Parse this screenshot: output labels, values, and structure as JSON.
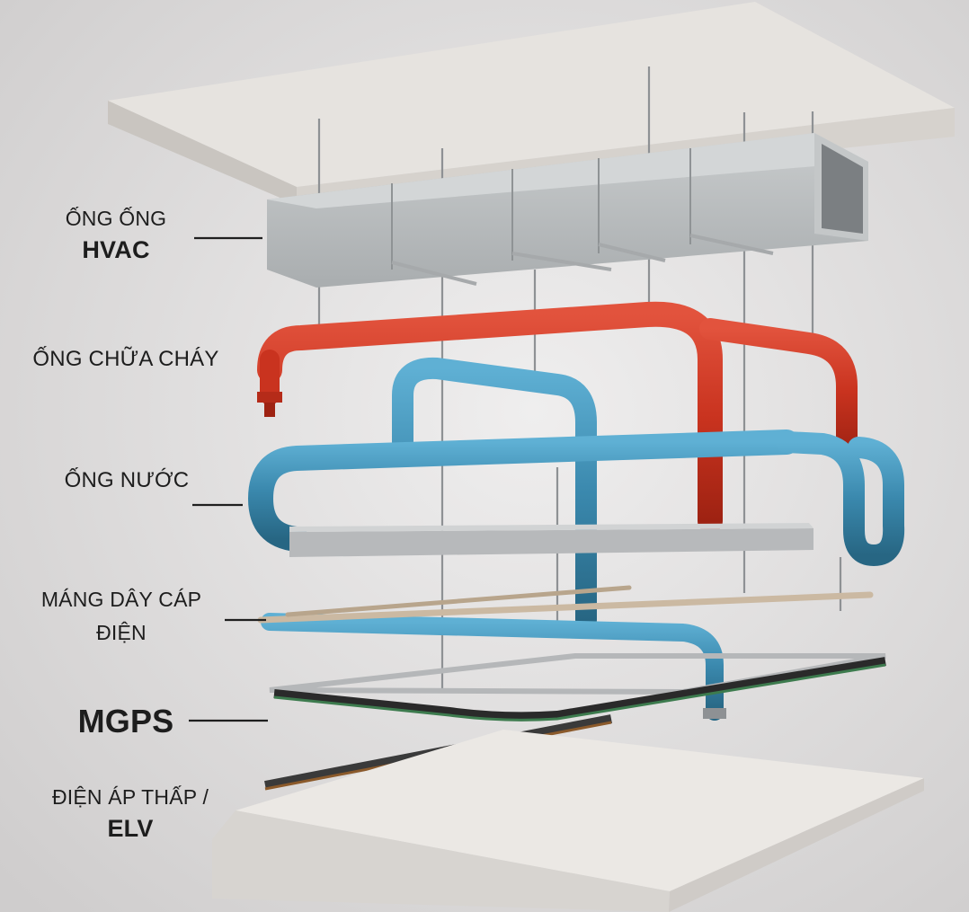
{
  "labels": {
    "hvac": {
      "line1": "ỐNG ỐNG",
      "line2": "HVAC"
    },
    "fire": {
      "text": "ỐNG CHỮA CHÁY"
    },
    "water": {
      "text": "ỐNG NƯỚC"
    },
    "cable_tray": {
      "line1": "MÁNG DÂY CÁP",
      "line2": "ĐIỆN"
    },
    "mgps": {
      "text": "MGPS"
    },
    "elv": {
      "line1": "ĐIỆN ÁP THẤP /",
      "line2": "ELV"
    }
  },
  "colors": {
    "background": "#e4e3e3",
    "slab": "#dcd8d3",
    "duct": "#b9bcbe",
    "fire_pipe": "#d23a26",
    "water_pipe": "#3f8fb4",
    "tray": "#b9bbbd",
    "cable": "#2a2a2a"
  }
}
